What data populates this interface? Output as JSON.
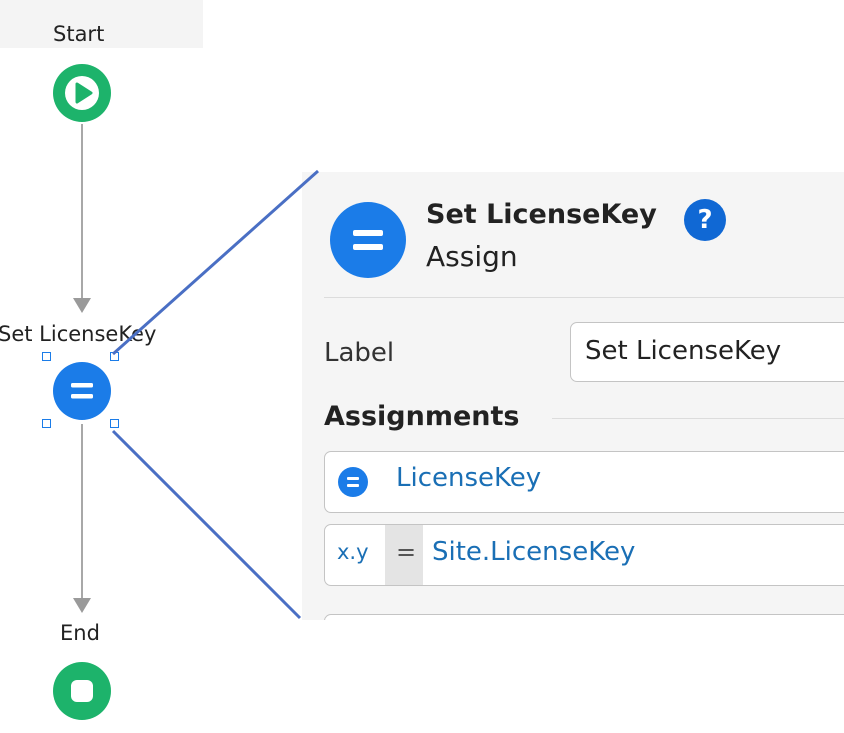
{
  "flow": {
    "start_label": "Start",
    "assign_label": "Set LicenseKey",
    "end_label": "End"
  },
  "panel": {
    "title": "Set LicenseKey",
    "subtitle": "Assign",
    "help_glyph": "?",
    "label_caption": "Label",
    "label_value": "Set LicenseKey",
    "assignments_heading": "Assignments",
    "assignment": {
      "variable": "LicenseKey",
      "expression_type": "x.y",
      "operator": "=",
      "expression": "Site.LicenseKey"
    }
  },
  "colors": {
    "start_end_green": "#1db36b",
    "assign_blue": "#1b7ce8",
    "connector_blue": "#4a6fc4",
    "identifier_blue": "#1a6fb5"
  },
  "icons": [
    "play-icon",
    "equals-icon",
    "stop-icon",
    "help-icon"
  ]
}
